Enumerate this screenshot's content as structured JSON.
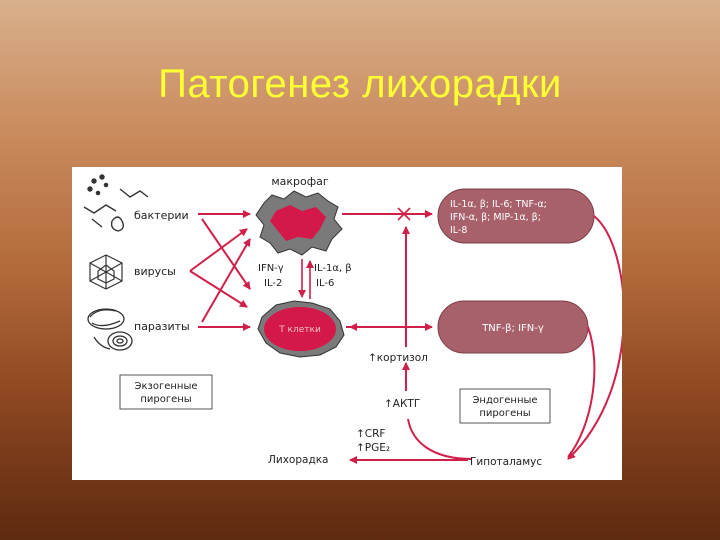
{
  "slide": {
    "title": "Патогенез лихорадки"
  },
  "diagram": {
    "macrophage_label": "макрофаг",
    "bacteria_label": "бактерии",
    "viruses_label": "вирусы",
    "parasites_label": "паразиты",
    "tcell_label": "T клетки",
    "cytokines_center": [
      "IFN-γ",
      "IL-2",
      "IL-1α, β",
      "IL-6"
    ],
    "macrophage_products": [
      "IL-1α, β; IL-6; TNF-α;",
      "IFN-α, β; MIP-1α, β;",
      "IL-8"
    ],
    "tcell_products": "TNF-β; IFN-γ",
    "cortisol_label": "↑кортизол",
    "acth_label": "↑АКТГ",
    "crf_label": "↑CRF",
    "pge_label": "↑PGE₂",
    "fever_label": "Лихорадка",
    "hypothalamus_label": "Гипоталамус",
    "exogenous_box": [
      "Экзогенные",
      "пирогены"
    ],
    "endogenous_box": [
      "Эндогенные",
      "пирогены"
    ],
    "colors": {
      "arrow": "#d0204a",
      "cell": "#d4184a",
      "capsule": "#a8606a",
      "title": "#ffff33"
    }
  }
}
